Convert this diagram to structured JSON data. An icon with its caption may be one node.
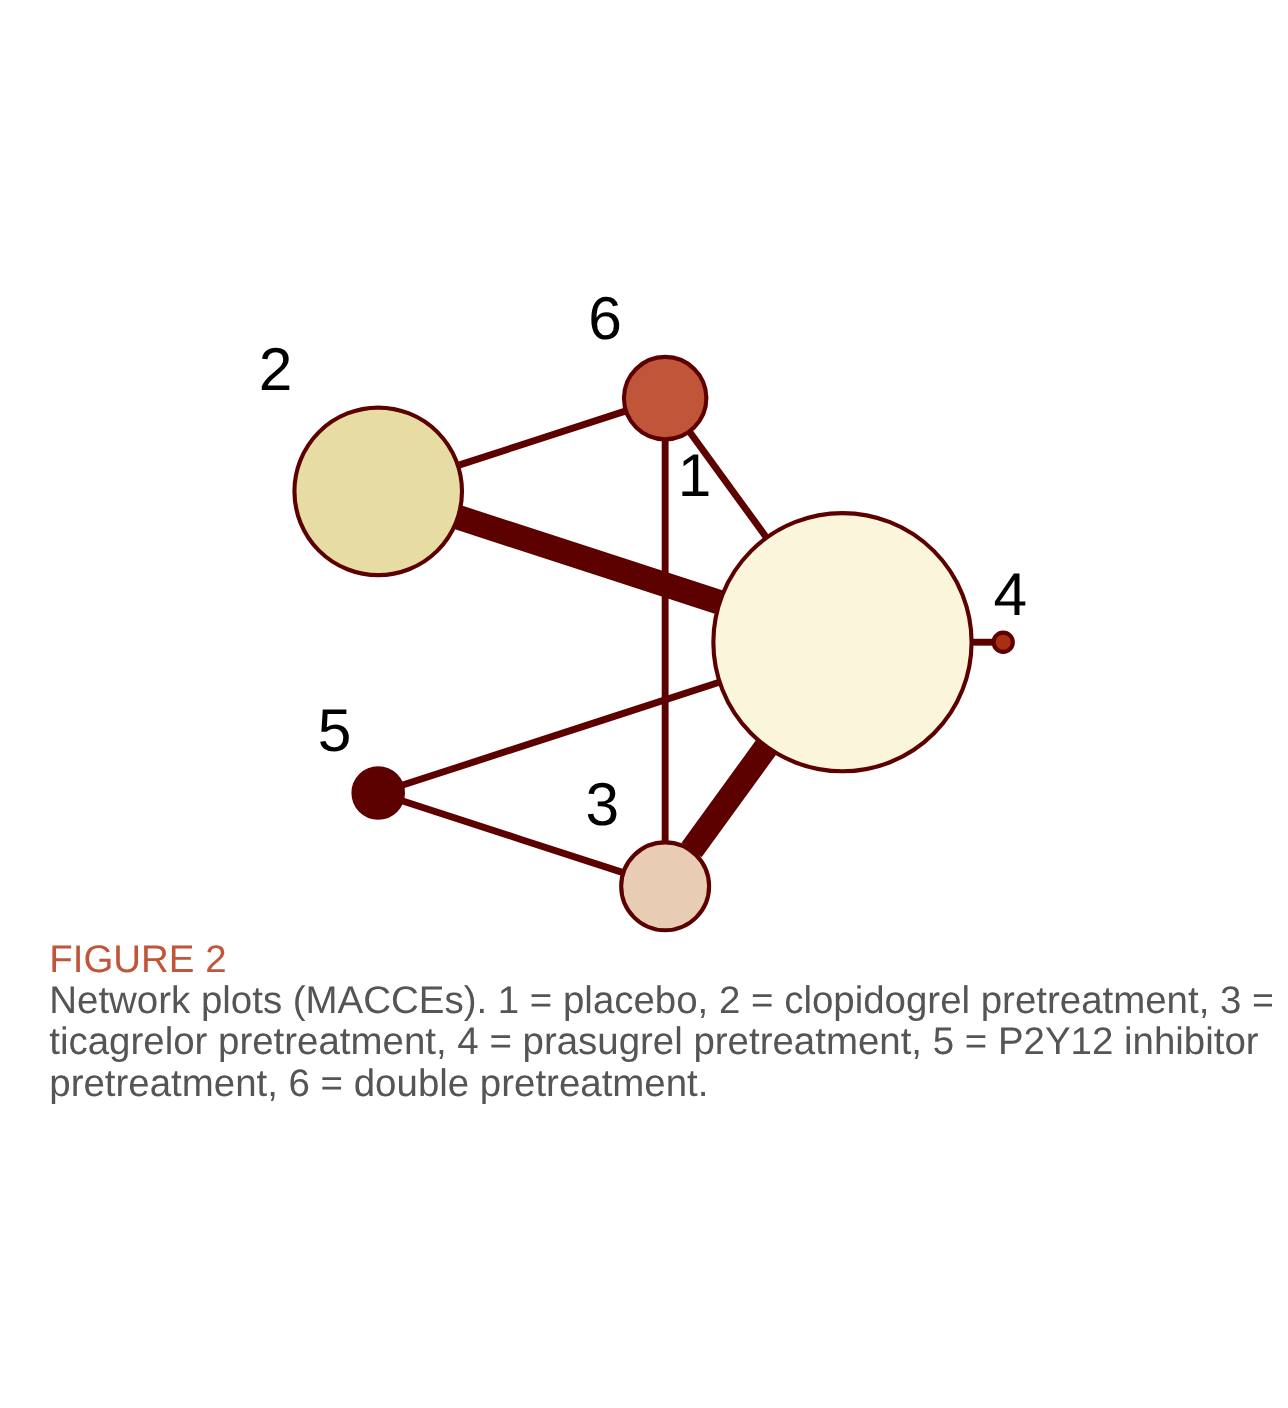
{
  "diagram": {
    "title": "FIGURE 2",
    "caption": "Network plots (MACCEs). 1 = placebo, 2 = clopidogrel pretreatment, 3 = ticagrelor pretreatment, 4 = prasugrel pretreatment, 5 = P2Y12 inhibitor pretreatment, 6 = double pretreatment.",
    "nodes": [
      {
        "text": [],
        "shape": "circle",
        "beside": [
          "1"
        ]
      },
      {
        "text": [],
        "shape": "circle",
        "beside": [
          "2"
        ]
      },
      {
        "text": [],
        "shape": "circle",
        "beside": [
          "3"
        ]
      },
      {
        "text": [],
        "shape": "circle",
        "beside": [
          "4"
        ]
      },
      {
        "text": [],
        "shape": "circle",
        "beside": [
          "5"
        ]
      },
      {
        "text": [],
        "shape": "circle",
        "beside": [
          "6"
        ]
      }
    ],
    "edges": [
      {
        "from": 0,
        "to": 1,
        "arrow": "none",
        "style": "thick"
      },
      {
        "from": 0,
        "to": 3,
        "arrow": "none"
      },
      {
        "from": 0,
        "to": 4,
        "arrow": "none"
      },
      {
        "from": 0,
        "to": 2,
        "arrow": "none",
        "style": "thick"
      },
      {
        "from": 0,
        "to": 5,
        "arrow": "none"
      },
      {
        "from": 1,
        "to": 5,
        "arrow": "none"
      },
      {
        "from": 5,
        "to": 2,
        "arrow": "none"
      },
      {
        "from": 4,
        "to": 2,
        "arrow": "none"
      }
    ]
  }
}
